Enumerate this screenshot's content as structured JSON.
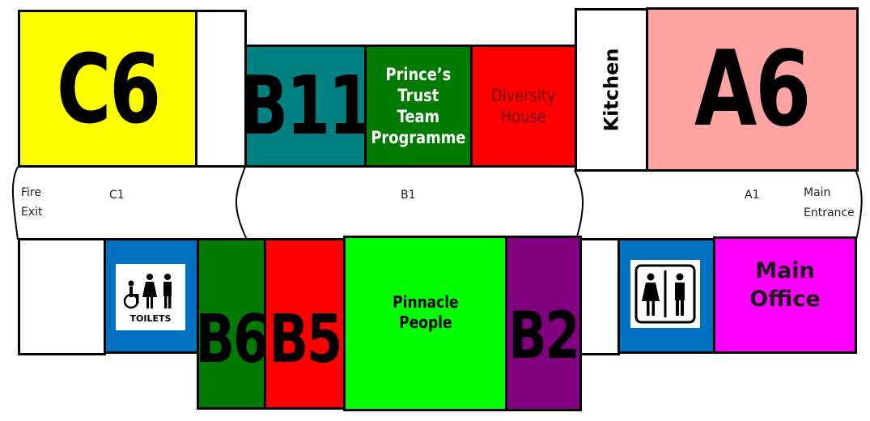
{
  "map": {
    "colors": {
      "yellow": "#ffff00",
      "teal": "#008080",
      "dark_green": "#007a00",
      "red": "#ff0000",
      "pink": "#ffa3a3",
      "blue": "#0070c0",
      "lime": "#00ff00",
      "purple": "#800080",
      "magenta": "#ff00ff",
      "white": "#ffffff"
    },
    "rooms": {
      "c6": "C6",
      "b11": "B11",
      "princes_trust": [
        "Prince’s Trust",
        "Team",
        "Programme"
      ],
      "diversity_house": [
        "Diversity",
        "House"
      ],
      "kitchen": "Kitchen",
      "a6": "A6",
      "b6": "B6",
      "b5": "B5",
      "pinnacle_people": [
        "Pinnacle",
        "People"
      ],
      "b2": "B2",
      "main_office": [
        "Main",
        "Office"
      ],
      "toilets": "TOILETS"
    },
    "corridors": {
      "fire_exit": [
        "Fire",
        "Exit"
      ],
      "c1": "C1",
      "b1": "B1",
      "a1": "A1",
      "main_entrance": [
        "Main",
        "Entrance"
      ]
    },
    "icons": [
      "accessible-toilets-icon",
      "male-female-toilets-icon"
    ]
  }
}
